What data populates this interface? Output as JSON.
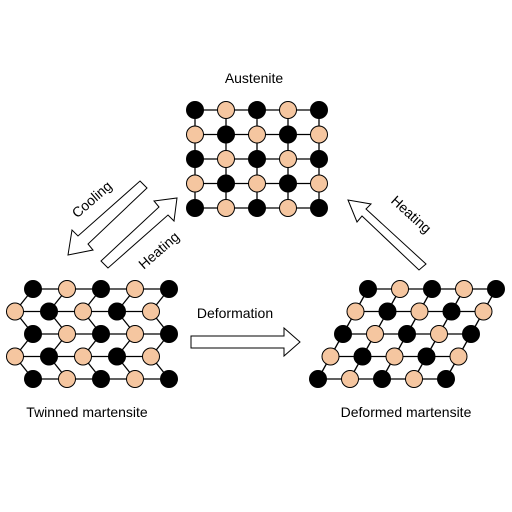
{
  "title": "Austenite",
  "labels": {
    "twinned": "Twinned martensite",
    "deformed": "Deformed martensite"
  },
  "arrows": {
    "cooling": "Cooling",
    "heating_left": "Heating",
    "deformation": "Deformation",
    "heating_right": "Heating"
  },
  "colors": {
    "atom_dark": "#000000",
    "atom_light": "#f5c6a0",
    "bond": "#000000"
  },
  "lattices": {
    "austenite": {
      "rows": [
        [
          "dark",
          "light",
          "dark",
          "light",
          "dark"
        ],
        [
          "light",
          "dark",
          "light",
          "dark",
          "light"
        ],
        [
          "dark",
          "light",
          "dark",
          "light",
          "dark"
        ],
        [
          "light",
          "dark",
          "light",
          "dark",
          "light"
        ],
        [
          "dark",
          "light",
          "dark",
          "light",
          "dark"
        ]
      ]
    },
    "twinned": {
      "rows": [
        [
          "dark",
          "light",
          "dark",
          "light",
          "dark"
        ],
        [
          "light",
          "dark",
          "light",
          "dark",
          "light"
        ],
        [
          "dark",
          "light",
          "dark",
          "light",
          "dark"
        ],
        [
          "light",
          "dark",
          "light",
          "dark",
          "light"
        ],
        [
          "dark",
          "light",
          "dark",
          "light",
          "dark"
        ]
      ]
    },
    "deformed": {
      "rows": [
        [
          "dark",
          "light",
          "dark",
          "light",
          "dark"
        ],
        [
          "light",
          "dark",
          "light",
          "dark",
          "light"
        ],
        [
          "dark",
          "light",
          "dark",
          "light",
          "dark"
        ],
        [
          "light",
          "dark",
          "light",
          "dark",
          "light"
        ],
        [
          "dark",
          "light",
          "dark",
          "light",
          "dark"
        ]
      ]
    }
  }
}
